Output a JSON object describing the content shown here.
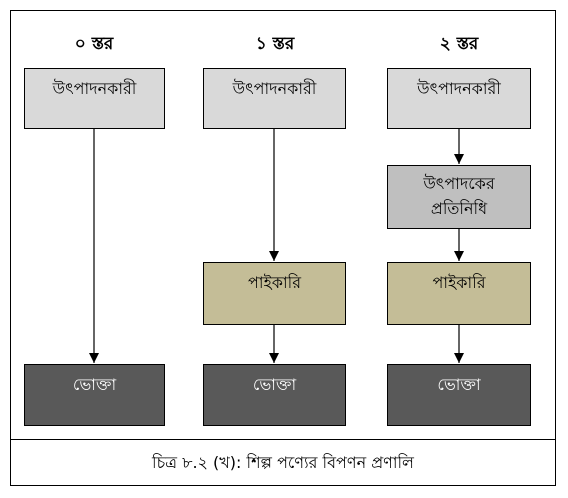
{
  "levels": [
    {
      "header": "০ স্তর",
      "producer": "উৎপাদনকারী",
      "consumer": "ভোক্তা"
    },
    {
      "header": "১ স্তর",
      "producer": "উৎপাদনকারী",
      "wholesaler": "পাইকারি",
      "consumer": "ভোক্তা"
    },
    {
      "header": "২ স্তর",
      "producer": "উৎপাদনকারী",
      "agent": "উৎপাদকের প্রতিনিধি",
      "wholesaler": "পাইকারি",
      "consumer": "ভোক্তা"
    }
  ],
  "caption": "চিত্র ৮.২ (খ): শিল্প পণ্যের বিপণন প্রণালি",
  "colors": {
    "producer": "#d9d9d9",
    "agent": "#bfbfbf",
    "wholesaler": "#c4bd97",
    "consumer": "#595959",
    "consumer_text": "#ffffff"
  }
}
